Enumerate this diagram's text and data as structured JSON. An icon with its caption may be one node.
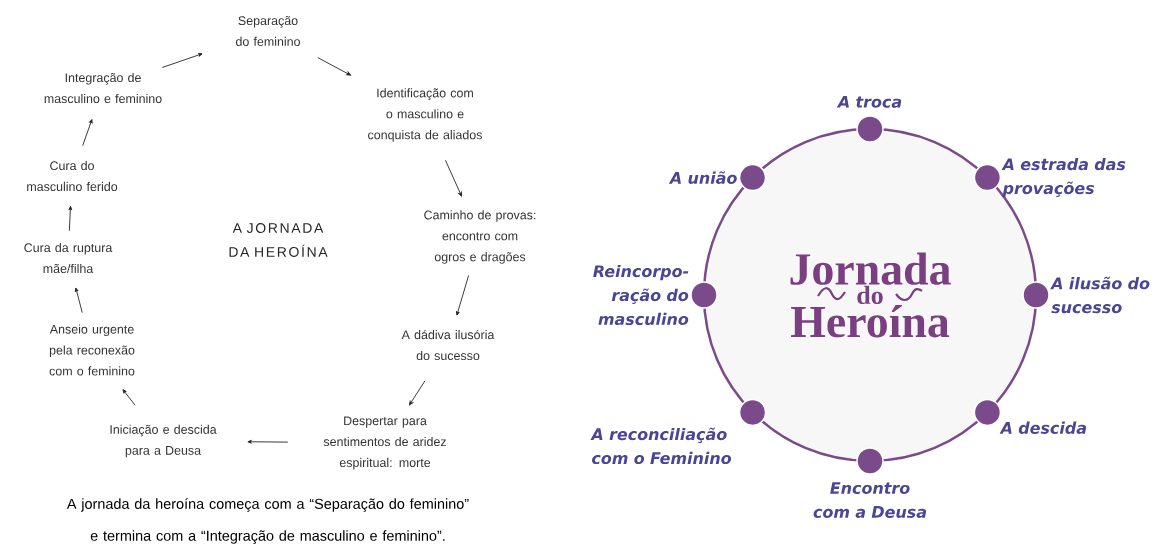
{
  "diagram": {
    "caption": "A jornada da heroína começa com a “Separação do feminino” e termina com a “Integração de masculino e feminino”.",
    "nodes": [
      {
        "text": [
          "Separação do feminino"
        ]
      },
      {
        "text": [
          "Identificação com o masculino e conquista de aliados"
        ]
      },
      {
        "text": [
          "Caminho de provas: encontro com ogros e dragões"
        ]
      },
      {
        "text": [
          "A dádiva ilusória do sucesso"
        ]
      },
      {
        "text": [
          "Despertar para sentimentos de aridez espiritual: morte"
        ]
      },
      {
        "text": [
          "Iniciação e descida para a Deusa"
        ]
      },
      {
        "text": [
          "Anseio urgente pela reconexão com o feminino"
        ]
      },
      {
        "text": [
          "Cura da ruptura mãe/filha"
        ]
      },
      {
        "text": [
          "Cura do masculino ferido"
        ]
      },
      {
        "text": [
          "Integração de masculino e feminino"
        ]
      },
      {
        "text": [
          "Jornada",
          "do",
          "Heroína"
        ]
      },
      {
        "text": [],
        "shape": "circle",
        "beside": [
          "A troca"
        ]
      },
      {
        "text": [],
        "shape": "circle",
        "beside": [
          "A estrada das provações"
        ]
      },
      {
        "text": [],
        "shape": "circle",
        "beside": [
          "A ilusão do sucesso"
        ]
      },
      {
        "text": [],
        "shape": "circle",
        "beside": [
          "A descida"
        ]
      },
      {
        "text": [],
        "shape": "circle",
        "beside": [
          "Encontro com a Deusa"
        ]
      },
      {
        "text": [],
        "shape": "circle",
        "beside": [
          "A reconciliação com o Feminino"
        ]
      },
      {
        "text": [],
        "shape": "circle",
        "beside": [
          "Reincorpo-ração do masculino"
        ]
      },
      {
        "text": [],
        "shape": "circle",
        "beside": [
          "A união"
        ]
      }
    ],
    "edges": [
      {
        "from": 0,
        "to": 1,
        "arrow": "to"
      },
      {
        "from": 1,
        "to": 2,
        "arrow": "to"
      },
      {
        "from": 2,
        "to": 3,
        "arrow": "to"
      },
      {
        "from": 3,
        "to": 4,
        "arrow": "to"
      },
      {
        "from": 4,
        "to": 5,
        "arrow": "to"
      },
      {
        "from": 5,
        "to": 6,
        "arrow": "to"
      },
      {
        "from": 6,
        "to": 7,
        "arrow": "to"
      },
      {
        "from": 7,
        "to": 8,
        "arrow": "to"
      },
      {
        "from": 8,
        "to": 9,
        "arrow": "to"
      },
      {
        "from": 9,
        "to": 0,
        "arrow": "to"
      }
    ],
    "labels": [
      "A JORNADA DA HEROÍNA"
    ]
  }
}
